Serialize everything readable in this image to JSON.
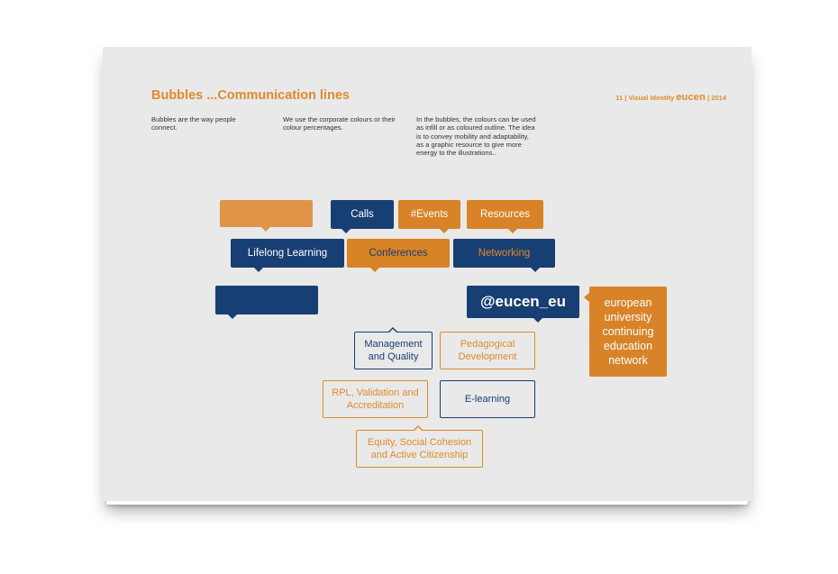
{
  "header": {
    "title": "Bubbles ...Communication lines",
    "page_info": "11 | Visual Identity",
    "brand": "eucen",
    "year": "| 2014"
  },
  "intro": [
    "Bubbles are the way people connect.",
    "We use the corporate colours or their colour percentages.",
    "In the bubbles, the colours can be used as infill or as coloured outline. The idea is to convey mobility and adaptability, as a graphic resource to give more energy to the illustrations.."
  ],
  "bubbles": {
    "calls": "Calls",
    "events": "#Events",
    "resources": "Resources",
    "lifelong_learning": "Lifelong Learning",
    "conferences": "Conferences",
    "networking": "Networking",
    "handle": "@eucen_eu",
    "eucen_full": "european university continuing education network",
    "management_quality": "Management and Quality",
    "pedagogical_development": "Pedagogical Development",
    "rpl": "RPL, Validation and Accreditation",
    "elearning": "E-learning",
    "equity": "Equity, Social Cohesion and Active Citizenship"
  },
  "colors": {
    "orange": "#e08a2c",
    "light_orange": "#df9448",
    "blue": "#173f73",
    "page_bg": "#e9e9e9"
  }
}
